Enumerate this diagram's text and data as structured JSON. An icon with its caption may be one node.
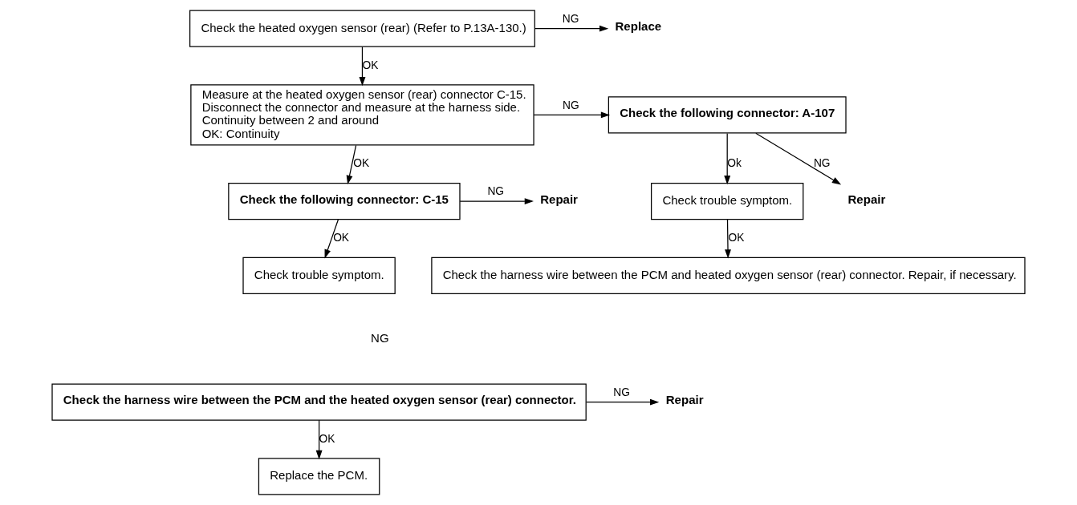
{
  "diagram": {
    "nodes": [
      {
        "text": [
          "Check the heated oxygen sensor (rear) (Refer to P.13A-130.)"
        ]
      },
      {
        "text": [
          "Replace"
        ]
      },
      {
        "text": [
          "Measure at the heated oxygen sensor (rear) connector C-15.",
          "Disconnect the connector and measure at the harness side.",
          "Continuity between 2 and around",
          "OK: Continuity"
        ]
      },
      {
        "text": [
          "Check the following connector: A-107"
        ]
      },
      {
        "text": [
          "Check trouble symptom."
        ]
      },
      {
        "text": [
          "Repair"
        ]
      },
      {
        "text": [
          "Check the harness wire between the PCM and heated oxygen sensor (rear) connector. Repair, if necessary."
        ]
      },
      {
        "text": [
          "Check the following connector: C-15"
        ]
      },
      {
        "text": [
          "Repair"
        ]
      },
      {
        "text": [
          "Check trouble symptom."
        ]
      },
      {
        "text": [
          "Check the harness wire between the PCM and the heated oxygen sensor (rear) connector."
        ]
      },
      {
        "text": [
          "Repair"
        ]
      },
      {
        "text": [
          "Replace the PCM."
        ]
      }
    ],
    "edges": [
      {
        "from": 0,
        "to": 1,
        "arrow": "to",
        "label": "NG"
      },
      {
        "from": 0,
        "to": 2,
        "arrow": "to",
        "label": "OK"
      },
      {
        "from": 2,
        "to": 3,
        "arrow": "to",
        "label": "NG"
      },
      {
        "from": 3,
        "to": 4,
        "arrow": "to",
        "label": "Ok"
      },
      {
        "from": 3,
        "to": 5,
        "arrow": "to",
        "label": "NG"
      },
      {
        "from": 4,
        "to": 6,
        "arrow": "to",
        "label": "OK"
      },
      {
        "from": 2,
        "to": 7,
        "arrow": "to",
        "label": "OK"
      },
      {
        "from": 7,
        "to": 8,
        "arrow": "to",
        "label": "NG"
      },
      {
        "from": 7,
        "to": 9,
        "arrow": "to",
        "label": "OK"
      },
      {
        "from": 10,
        "to": 11,
        "arrow": "to",
        "label": "NG"
      },
      {
        "from": 10,
        "to": 12,
        "arrow": "to",
        "label": "OK"
      }
    ],
    "labels": [
      "NG"
    ]
  }
}
